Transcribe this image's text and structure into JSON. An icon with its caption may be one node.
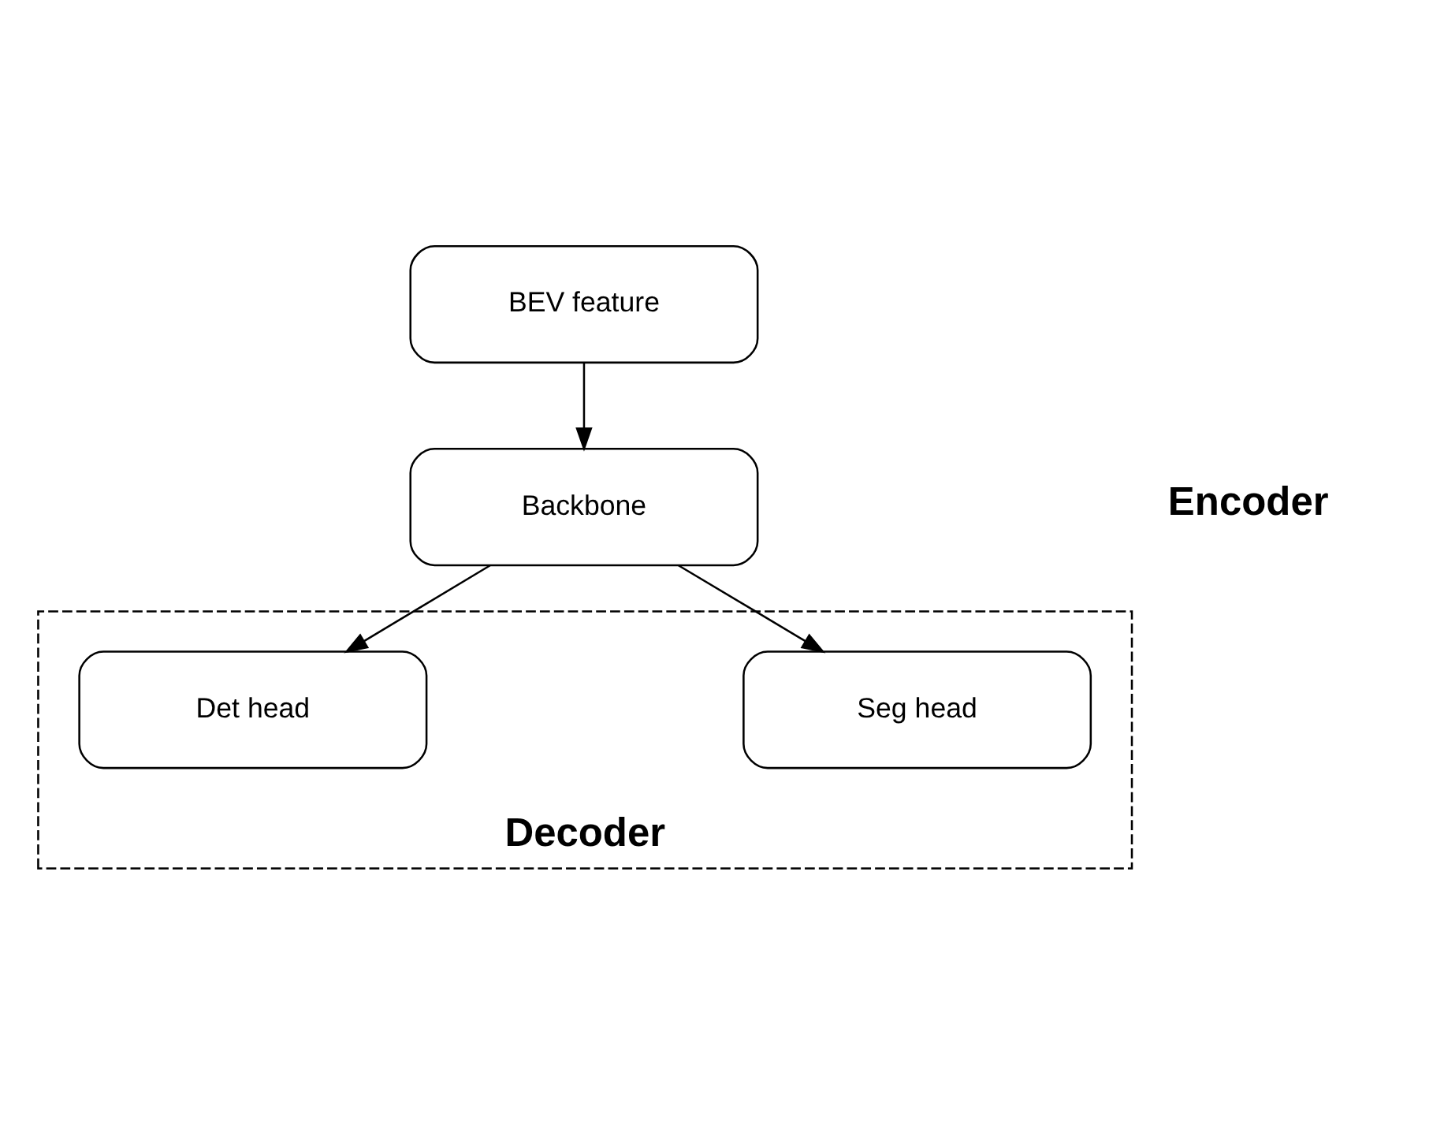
{
  "diagram": {
    "nodes": [
      {
        "text": [
          "BEV feature"
        ]
      },
      {
        "text": [
          "Backbone"
        ]
      },
      {
        "text": [
          "Decoder"
        ]
      },
      {
        "text": [
          "Seg head"
        ],
        "in": 2
      },
      {
        "text": [
          "Det head"
        ],
        "in": 2
      }
    ],
    "edges": [
      {
        "from": 0,
        "to": 1,
        "arrow": "to"
      },
      {
        "from": 1,
        "to": 3,
        "arrow": "to"
      },
      {
        "from": 1,
        "to": 4,
        "arrow": "to"
      }
    ],
    "labels": [
      "Encoder"
    ]
  }
}
